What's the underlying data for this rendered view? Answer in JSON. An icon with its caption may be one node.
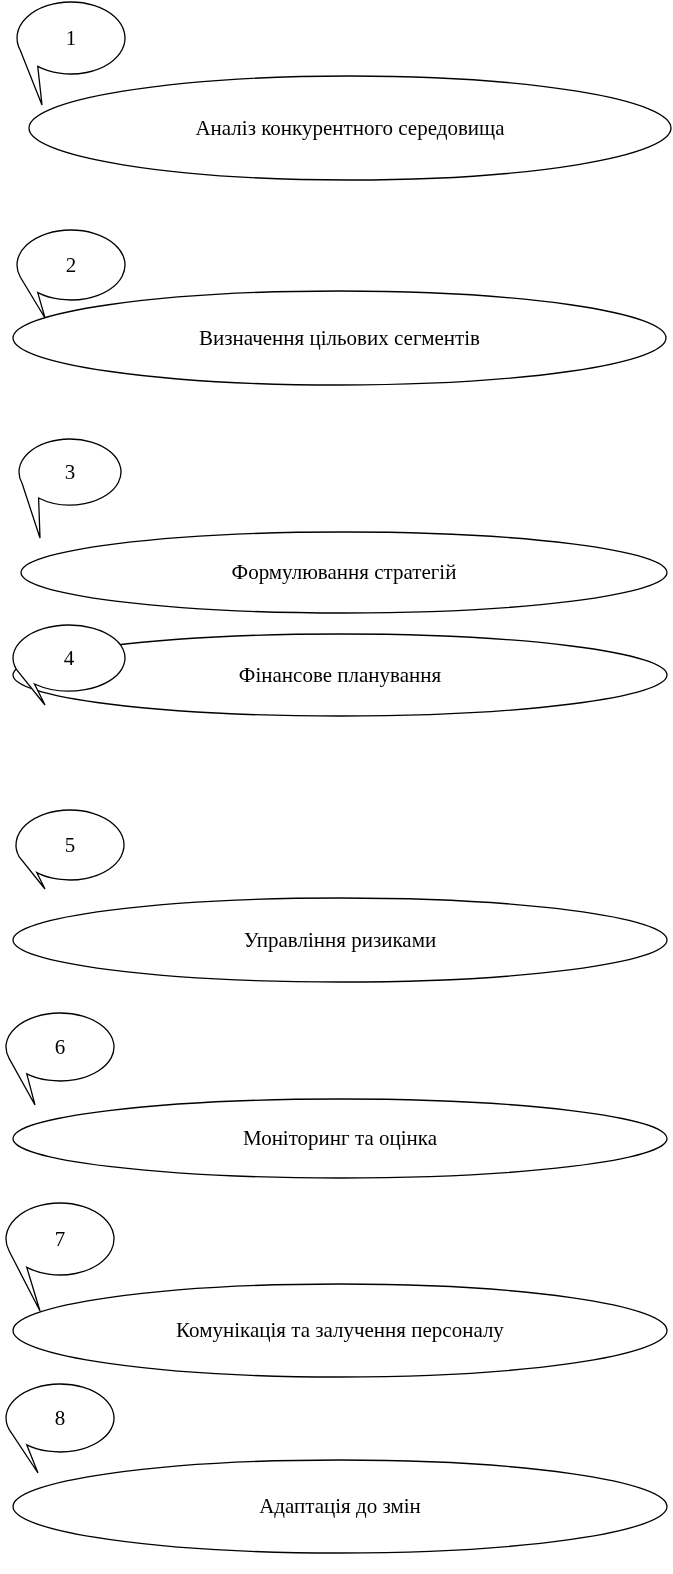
{
  "diagram": {
    "nodes": [
      {
        "text": [
          "1"
        ]
      },
      {
        "text": [
          "Аналіз конкурентного середовища"
        ]
      },
      {
        "text": [
          "2"
        ]
      },
      {
        "text": [
          "Визначення цільових сегментів"
        ]
      },
      {
        "text": [
          "3"
        ]
      },
      {
        "text": [
          "Формулювання стратегій"
        ]
      },
      {
        "text": [
          "4"
        ]
      },
      {
        "text": [
          "Фінансове планування"
        ]
      },
      {
        "text": [
          "5"
        ]
      },
      {
        "text": [
          "Управління ризиками"
        ]
      },
      {
        "text": [
          "6"
        ]
      },
      {
        "text": [
          "Моніторинг та оцінка"
        ]
      },
      {
        "text": [
          "7"
        ]
      },
      {
        "text": [
          "Комунікація та залучення персоналу"
        ]
      },
      {
        "text": [
          "8"
        ]
      },
      {
        "text": [
          "Адаптація до змін"
        ]
      }
    ]
  }
}
